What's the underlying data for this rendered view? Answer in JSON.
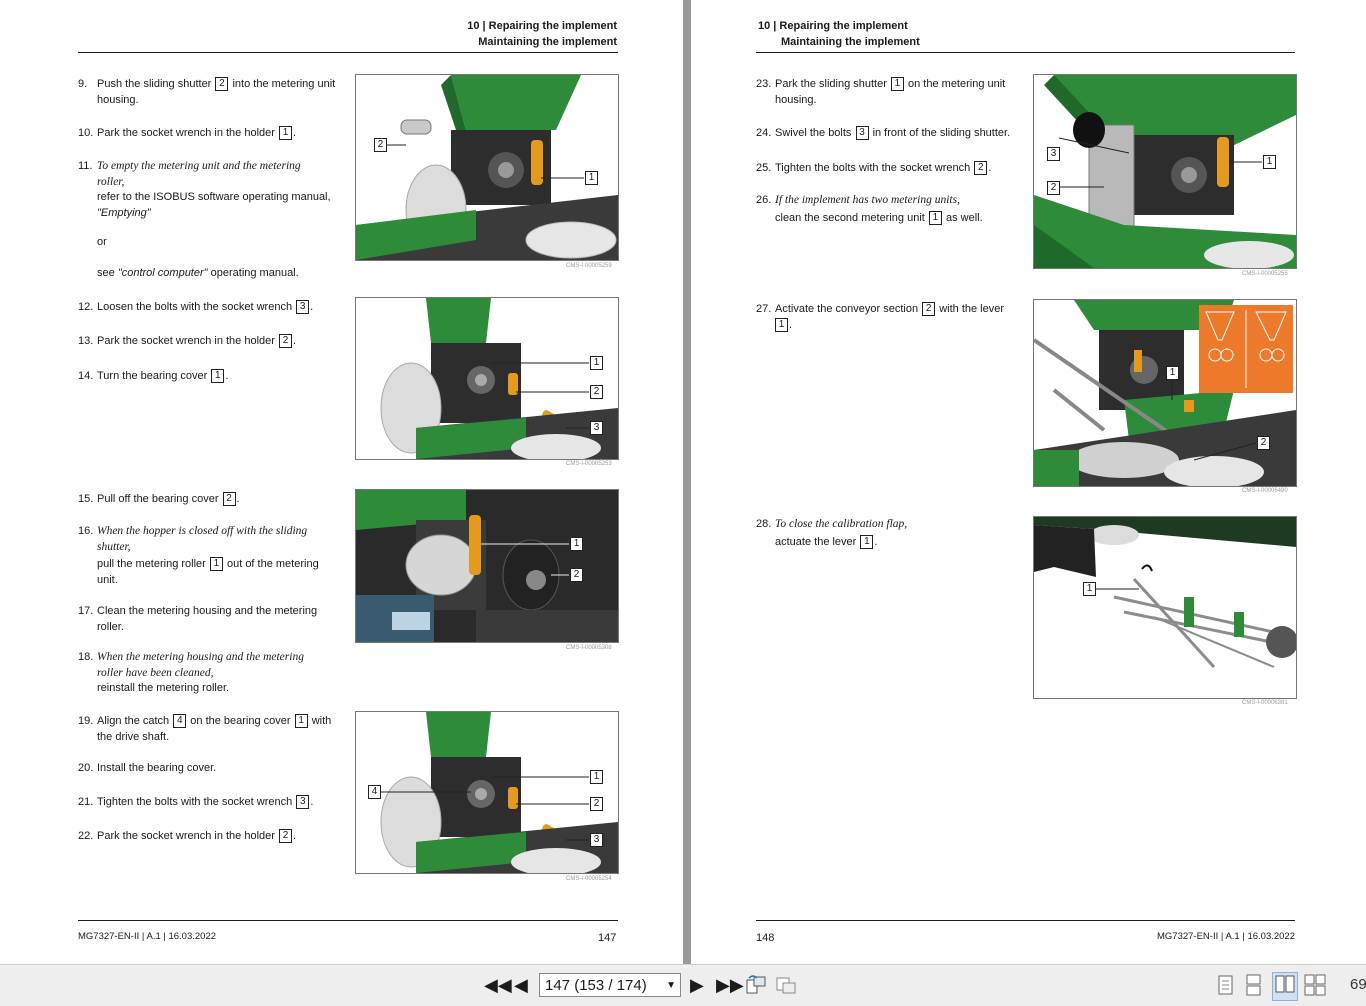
{
  "left_page": {
    "header_line1": "10 | Repairing the implement",
    "header_line2": "Maintaining the implement",
    "footer_left": "MG7327-EN-II | A.1 | 16.03.2022",
    "page_number": "147",
    "figure_codes": [
      "CMS-I-00005259",
      "CMS-I-00005253",
      "CMS-I-00005308",
      "CMS-I-00005254"
    ],
    "steps": {
      "s9": {
        "num": "9.",
        "a": "Push the sliding shutter",
        "box": "2",
        "b": "into the metering unit",
        "c": "housing."
      },
      "s10": {
        "num": "10.",
        "a": "Park the socket wrench in the holder",
        "box": "1",
        "end": "."
      },
      "s11": {
        "num": "11.",
        "cond1": "To empty the metering unit and the metering",
        "cond2": "roller,",
        "ref1": "refer to the ISOBUS software operating manual,",
        "ref2": "\"Emptying\"",
        "or": "or",
        "see": "see",
        "see_q": "\"control computer\"",
        "see_end": "operating manual."
      },
      "s12": {
        "num": "12.",
        "a": "Loosen the bolts with the socket wrench",
        "box": "3",
        "end": "."
      },
      "s13": {
        "num": "13.",
        "a": "Park the socket wrench in the holder",
        "box": "2",
        "end": "."
      },
      "s14": {
        "num": "14.",
        "a": "Turn the bearing cover",
        "box": "1",
        "end": "."
      },
      "s15": {
        "num": "15.",
        "a": "Pull off the bearing cover",
        "box": "2",
        "end": "."
      },
      "s16": {
        "num": "16.",
        "cond1": "When the hopper is closed off with the sliding",
        "cond2": "shutter,",
        "a": "pull the metering roller",
        "box": "1",
        "b": "out of the metering",
        "c": "unit."
      },
      "s17": {
        "num": "17.",
        "a": "Clean the metering housing and the metering",
        "b": "roller."
      },
      "s18": {
        "num": "18.",
        "cond1": "When the metering housing and the metering",
        "cond2": "roller have been cleaned,",
        "a": "reinstall the metering roller."
      },
      "s19": {
        "num": "19.",
        "a": "Align the catch",
        "box": "4",
        "b": "on the bearing cover",
        "box2": "1",
        "c": "with",
        "d": "the drive shaft."
      },
      "s20": {
        "num": "20.",
        "a": "Install the bearing cover."
      },
      "s21": {
        "num": "21.",
        "a": "Tighten the bolts with the socket wrench",
        "box": "3",
        "end": "."
      },
      "s22": {
        "num": "22.",
        "a": "Park the socket wrench in the holder",
        "box": "2",
        "end": "."
      }
    },
    "callouts": {
      "fig1": [
        "2",
        "1"
      ],
      "fig2": [
        "1",
        "2",
        "3"
      ],
      "fig3": [
        "1",
        "2"
      ],
      "fig4": [
        "4",
        "1",
        "2",
        "3"
      ]
    }
  },
  "right_page": {
    "header_line1": "10 | Repairing the implement",
    "header_line2": "Maintaining the implement",
    "footer_right": "MG7327-EN-II | A.1 | 16.03.2022",
    "page_number": "148",
    "figure_codes": [
      "CMS-I-00005255",
      "CMS-I-00006490",
      "CMS-I-00006381"
    ],
    "steps": {
      "s23": {
        "num": "23.",
        "a": "Park the sliding shutter",
        "box": "1",
        "b": "on the metering unit",
        "c": "housing."
      },
      "s24": {
        "num": "24.",
        "a": "Swivel the bolts",
        "box": "3",
        "b": "in front of the sliding shutter."
      },
      "s25": {
        "num": "25.",
        "a": "Tighten the bolts with the socket wrench",
        "box": "2",
        "end": "."
      },
      "s26": {
        "num": "26.",
        "cond1": "If the implement has two metering units,",
        "a": "clean the second metering unit",
        "box": "1",
        "b": "as well."
      },
      "s27": {
        "num": "27.",
        "a": "Activate the conveyor section",
        "box": "2",
        "b": "with the lever",
        "box2": "1",
        "end": "."
      },
      "s28": {
        "num": "28.",
        "cond1": "To close the calibration flap,",
        "a": "actuate the lever",
        "box": "1",
        "end": "."
      }
    },
    "callouts": {
      "fig5": [
        "3",
        "2",
        "1"
      ],
      "fig6": [
        "1",
        "2"
      ],
      "fig7": [
        "1"
      ]
    }
  },
  "toolbar": {
    "page_selector_value": "147 (153 / 174)",
    "zoom_partial": "69",
    "icons": [
      "first-page-icon",
      "previous-page-icon",
      "next-page-icon",
      "last-page-icon",
      "rotate-view-icon",
      "copy-view-icon",
      "single-page-view-icon",
      "continuous-view-icon",
      "two-page-view-icon",
      "two-page-continuous-view-icon"
    ]
  },
  "colors": {
    "machine_green": "#2e8b3a",
    "dark_green": "#1f6a2a",
    "housing_dark": "#2d2d2d",
    "accent_orange": "#e39a1e",
    "panel_orange": "#ec7a2a"
  }
}
